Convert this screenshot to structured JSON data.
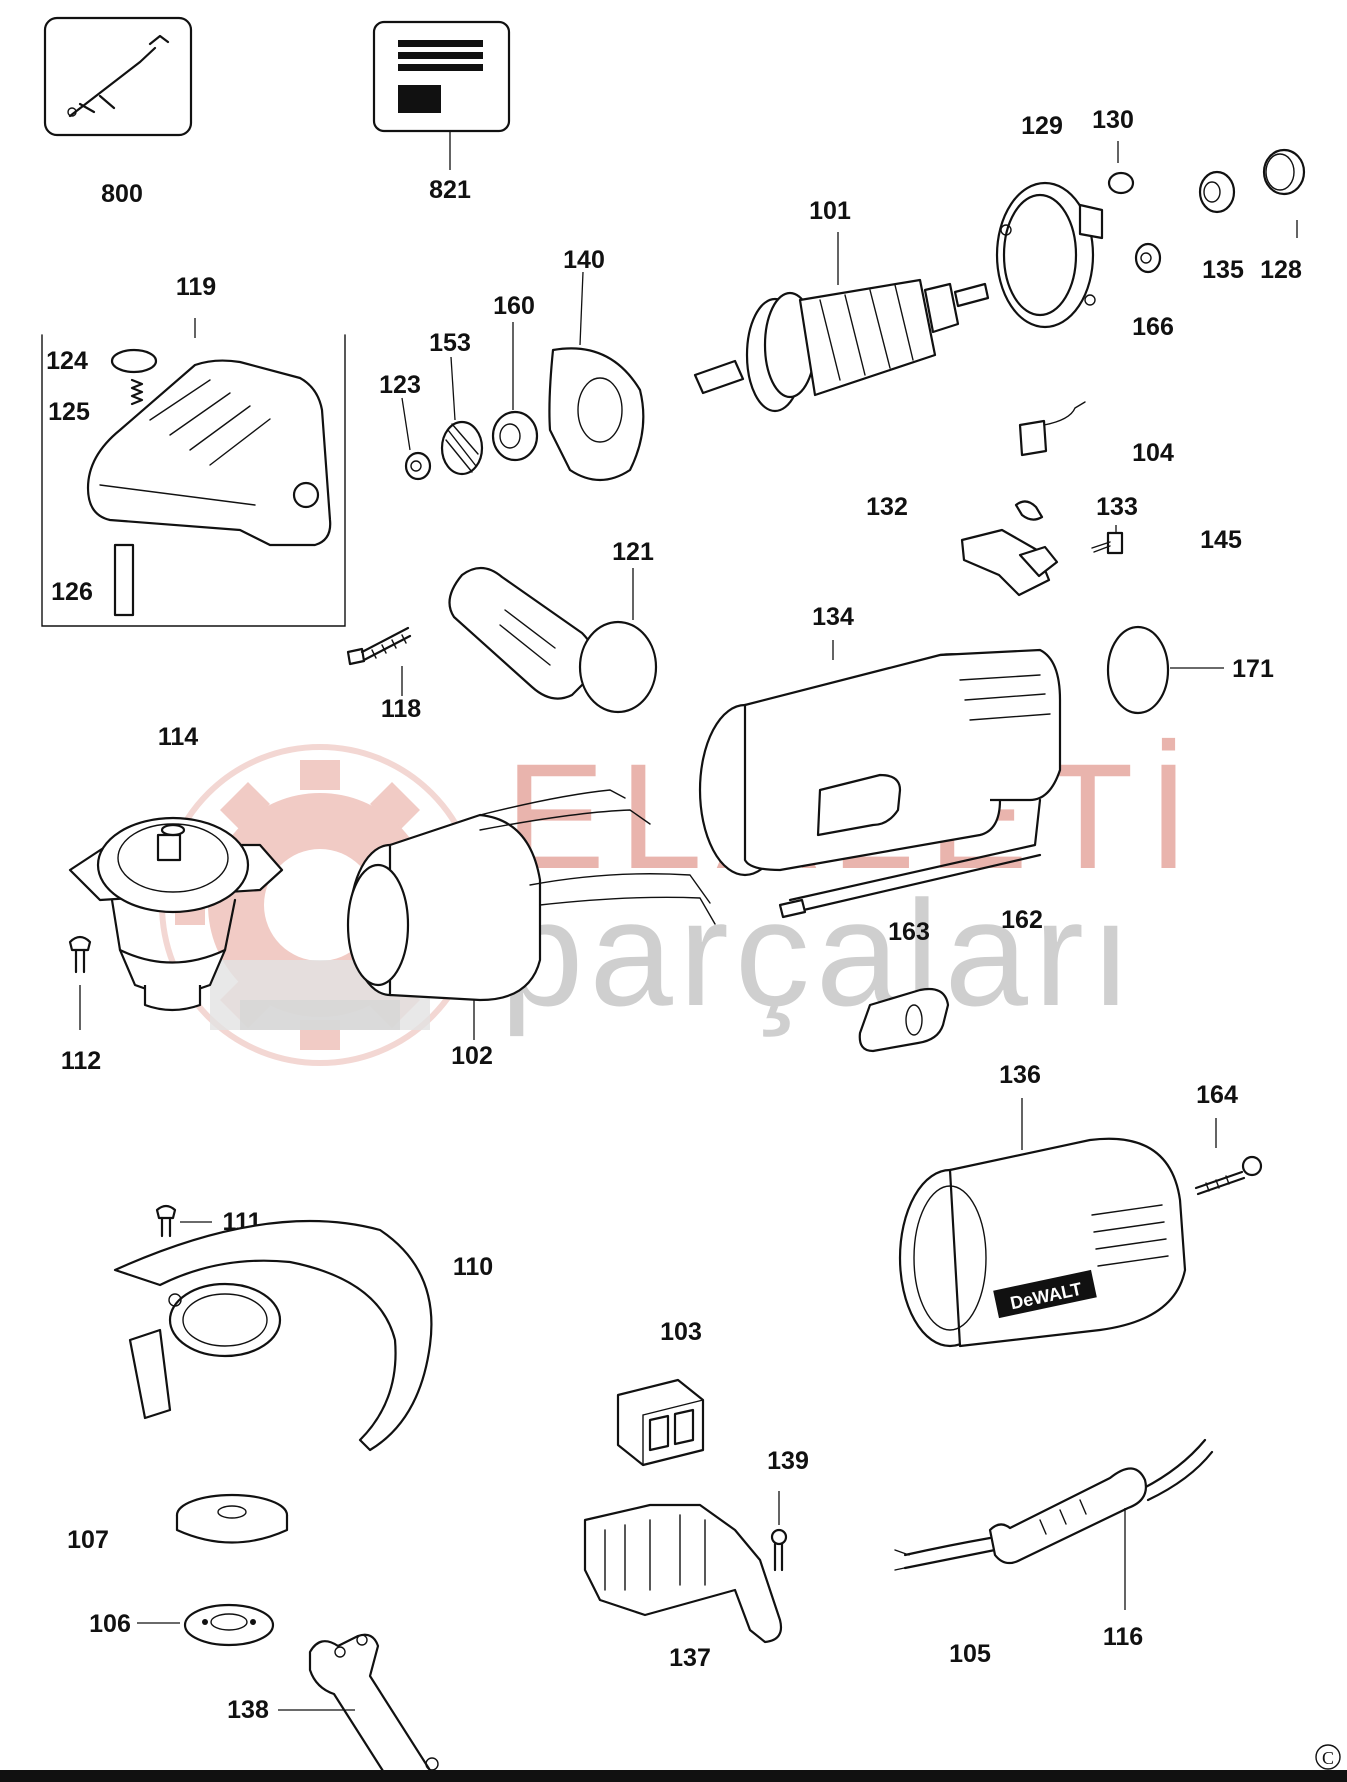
{
  "watermark": {
    "line1": "ELALETİ",
    "line2": "parçaları"
  },
  "labels": {
    "p800": "800",
    "p821": "821",
    "p101": "101",
    "p129": "129",
    "p130": "130",
    "p135": "135",
    "p128": "128",
    "p166": "166",
    "p119": "119",
    "p124": "124",
    "p125": "125",
    "p126": "126",
    "p140": "140",
    "p160": "160",
    "p153": "153",
    "p123": "123",
    "p104": "104",
    "p132": "132",
    "p133": "133",
    "p145": "145",
    "p121": "121",
    "p134": "134",
    "p171": "171",
    "p118": "118",
    "p114": "114",
    "p163": "163",
    "p162": "162",
    "p112": "112",
    "p102": "102",
    "p136": "136",
    "p164": "164",
    "p111": "111",
    "p110": "110",
    "p103": "103",
    "p139": "139",
    "p107": "107",
    "p106": "106",
    "p137": "137",
    "p105": "105",
    "p116": "116",
    "p138": "138"
  },
  "brand_text": "DeWALT",
  "corner_mark": "C",
  "colors": {
    "line": "#111111",
    "watermark_red": "#e9b4ad",
    "watermark_gray": "#cfcfcf"
  }
}
